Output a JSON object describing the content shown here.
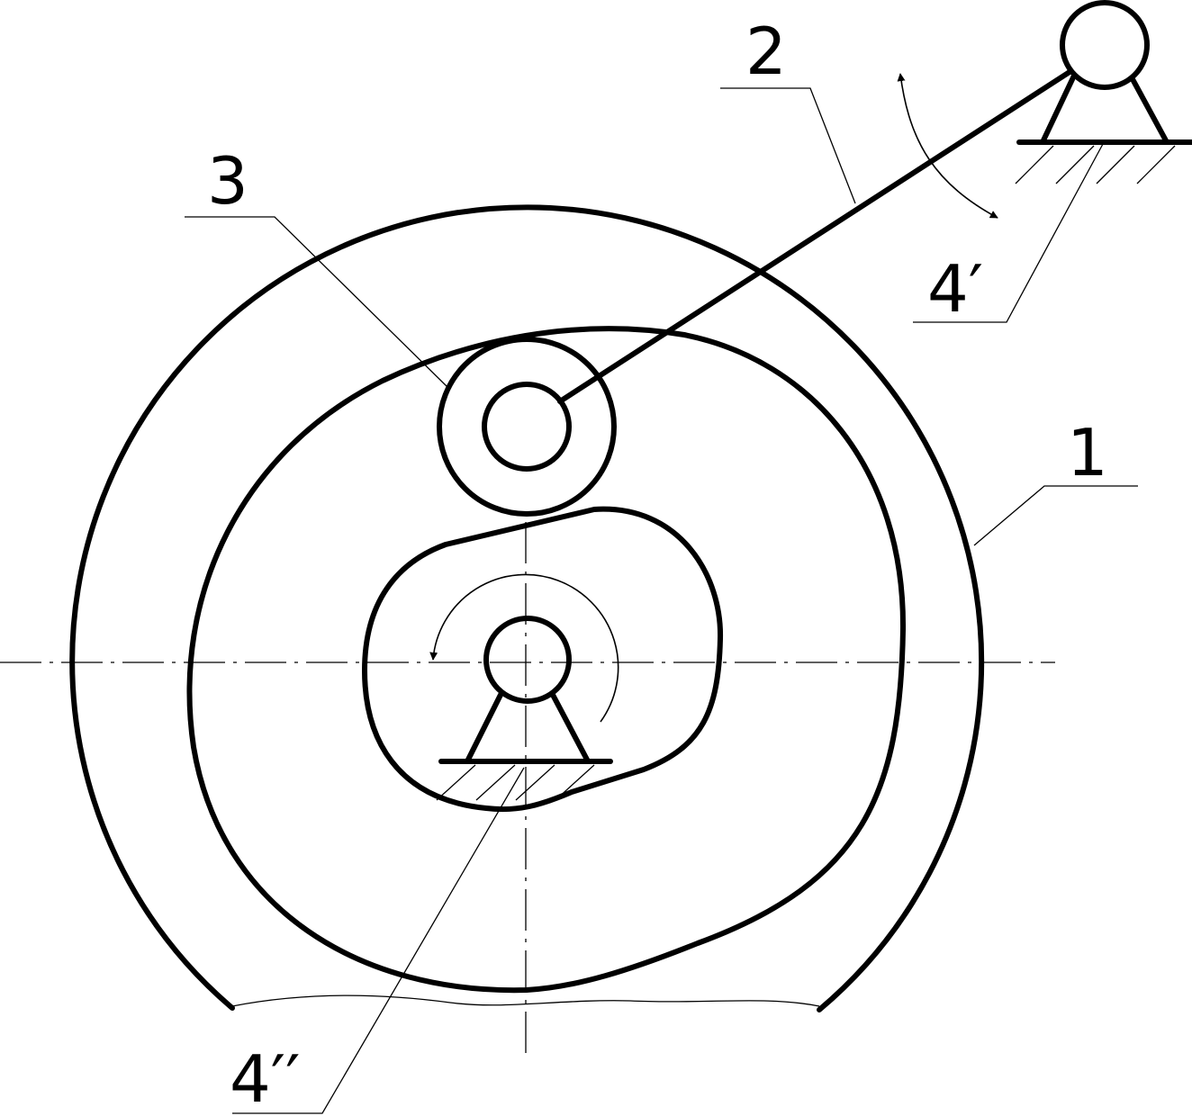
{
  "labels": {
    "frame": "1",
    "lever": "2",
    "roller": "3",
    "support_lever": "4′",
    "support_cam": "4′′"
  }
}
